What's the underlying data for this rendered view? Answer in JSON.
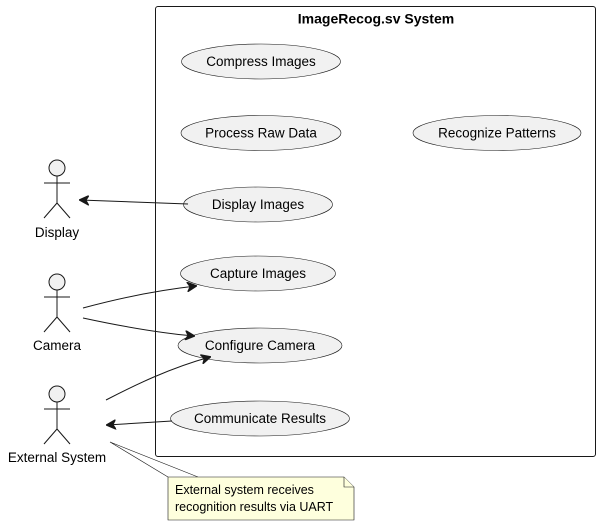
{
  "system": {
    "title": "ImageRecog.sv System"
  },
  "use_cases": {
    "compress": "Compress Images",
    "process": "Process Raw Data",
    "recognize": "Recognize Patterns",
    "display_images": "Display Images",
    "capture": "Capture Images",
    "configure": "Configure Camera",
    "communicate": "Communicate Results"
  },
  "actors": {
    "display": "Display",
    "camera": "Camera",
    "external": "External System"
  },
  "note": {
    "line1": "External system receives",
    "line2": "recognition results via UART"
  },
  "colors": {
    "use_case_fill": "#f1f1f1",
    "note_fill": "#feffdd",
    "stroke": "#181818"
  }
}
